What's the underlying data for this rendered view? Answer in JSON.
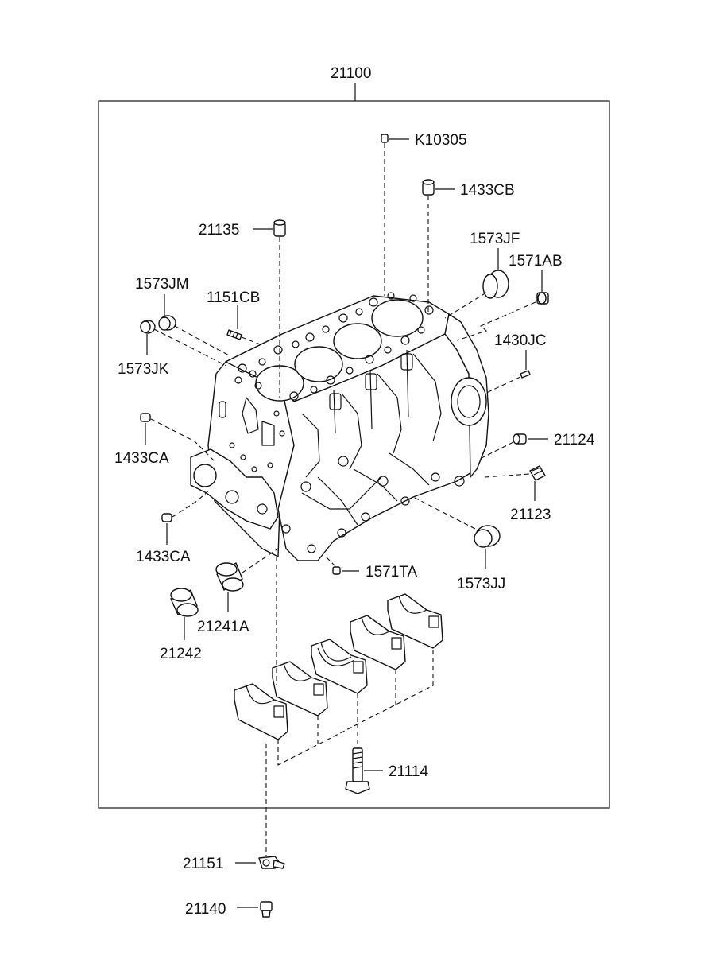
{
  "diagram": {
    "assembly_label": "21100",
    "labels": {
      "k10305": "K10305",
      "p1433cb": "1433CB",
      "p21135": "21135",
      "p1573jf": "1573JF",
      "p1571ab": "1571AB",
      "p1573jm": "1573JM",
      "p1151cb": "1151CB",
      "p1430jc": "1430JC",
      "p1573jk": "1573JK",
      "p1433ca_upper": "1433CA",
      "p21124": "21124",
      "p21123": "21123",
      "p1433ca_lower": "1433CA",
      "p1571ta": "1571TA",
      "p1573jj": "1573JJ",
      "p21241a": "21241A",
      "p21242": "21242",
      "p21114": "21114",
      "p21151": "21151",
      "p21140": "21140"
    }
  }
}
